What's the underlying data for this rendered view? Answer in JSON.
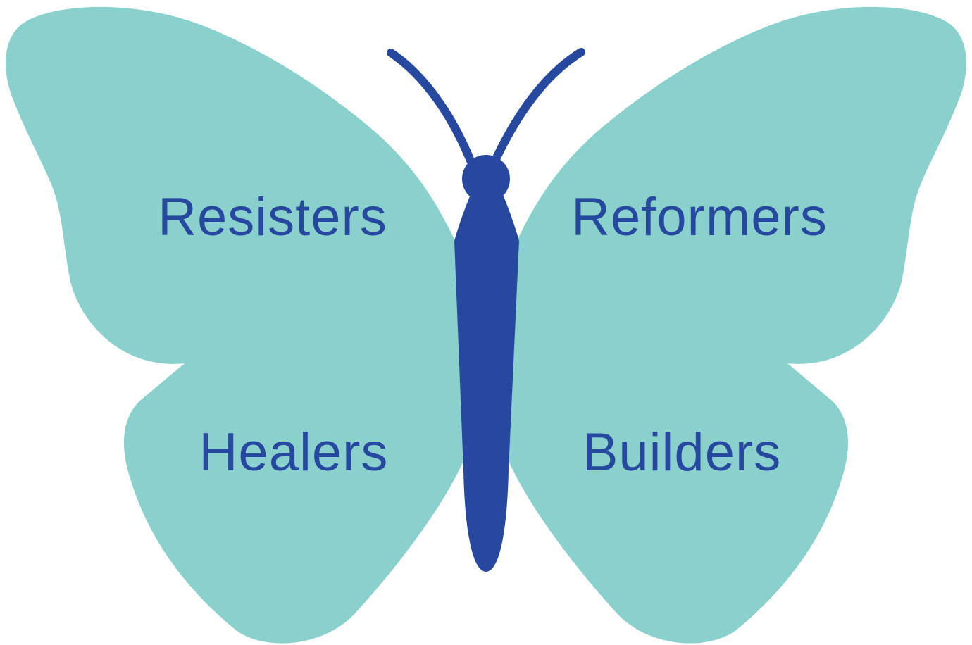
{
  "colors": {
    "wing": "#8AD1CE",
    "body": "#26489E",
    "label": "#26489E",
    "background": "#FFFFFF"
  },
  "labels": {
    "upper_left": "Resisters",
    "upper_right": "Reformers",
    "lower_left": "Healers",
    "lower_right": "Builders"
  }
}
